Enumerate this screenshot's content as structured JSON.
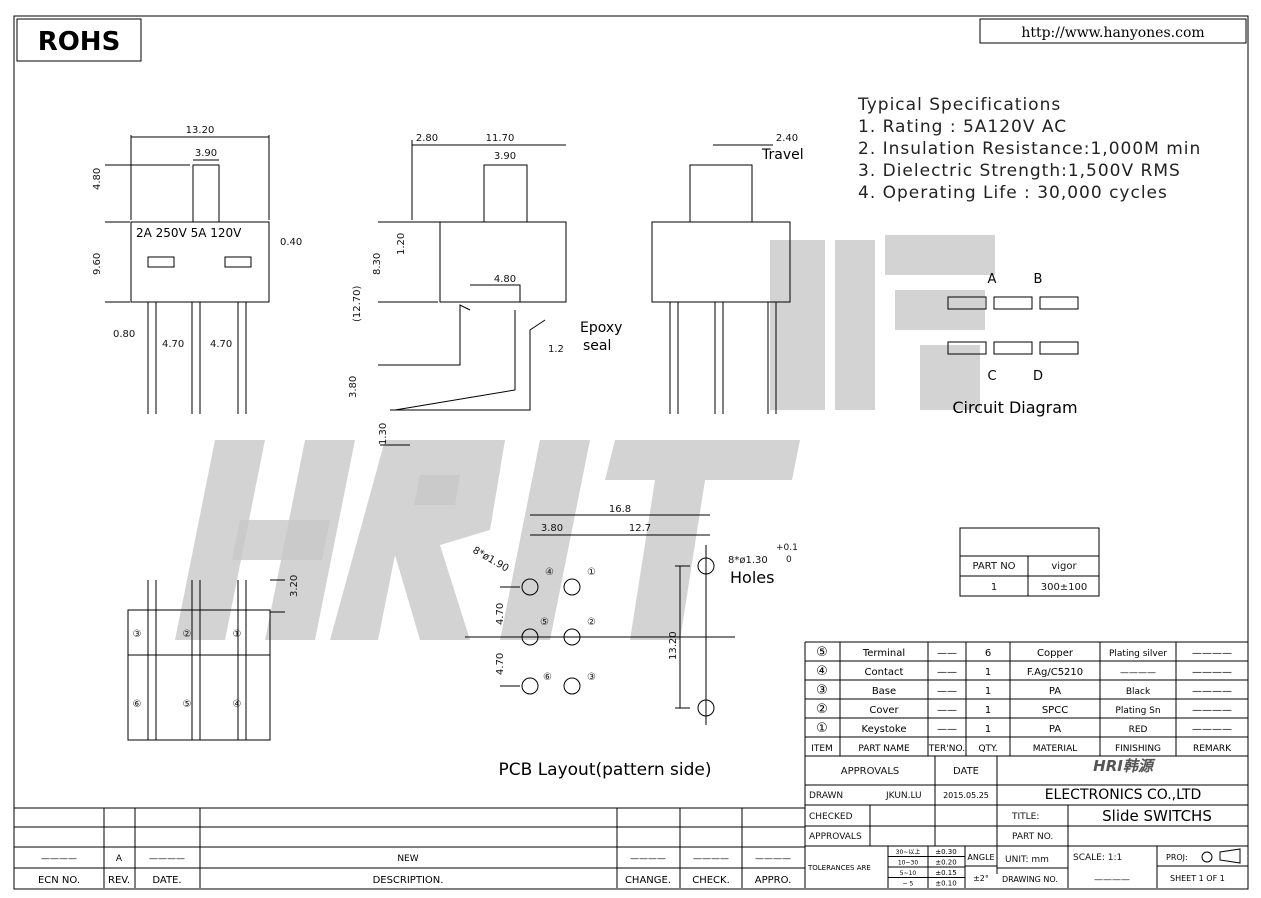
{
  "header": {
    "rohs": "ROHS",
    "url": "http://www.hanyones.com"
  },
  "watermark": "HRI韩源",
  "specs": {
    "title": "Typical Specifications",
    "items": [
      "1. Rating : 5A120V AC",
      "2. Insulation Resistance:1,000M min",
      "3. Dielectric Strength:1,500V RMS",
      "4. Operating Life : 30,000 cycles"
    ]
  },
  "front": {
    "width": "13.20",
    "knob": "3.90",
    "knob_h": "4.80",
    "body_h": "9.60",
    "offset": "0.40",
    "edge": "0.80",
    "pitch1": "4.70",
    "pitch2": "4.70",
    "marking": "2A 250V 5A 120V"
  },
  "side": {
    "a": "2.80",
    "b": "11.70",
    "knob": "3.90",
    "c": "1.20",
    "d": "8.30",
    "e": "(12.70)",
    "f": "4.80",
    "g": "1.2",
    "h": "3.80",
    "i": "1.30",
    "epoxy": "Epoxy",
    "seal": "seal"
  },
  "right": {
    "travel_val": "2.40",
    "travel": "Travel"
  },
  "circuit": {
    "a": "A",
    "b": "B",
    "c": "C",
    "d": "D",
    "title": "Circuit Diagram"
  },
  "bottom": {
    "dim": "3.20",
    "pins": [
      "③",
      "②",
      "①",
      "⑥",
      "⑤",
      "④"
    ]
  },
  "pcb": {
    "total": "16.8",
    "a": "3.80",
    "b": "12.7",
    "hole1": "8*ø1.90",
    "hole2": "8*ø1.30",
    "tol_up": "+0.1",
    "tol_dn": "0",
    "holes": "Holes",
    "v1": "4.70",
    "v2": "4.70",
    "height": "13.20",
    "pins": [
      "④",
      "①",
      "⑤",
      "②",
      "⑥",
      "③"
    ],
    "title": "PCB Layout(pattern side)"
  },
  "part_table": {
    "h1": "PART NO",
    "h2": "vigor",
    "v1": "1",
    "v2": "300±100"
  },
  "bom": {
    "rows": [
      [
        "⑤",
        "Terminal",
        "——",
        "6",
        "Copper",
        "Plating silver",
        "————"
      ],
      [
        "④",
        "Contact",
        "——",
        "1",
        "F.Ag/C5210",
        "————",
        "————"
      ],
      [
        "③",
        "Base",
        "——",
        "1",
        "PA",
        "Black",
        "————"
      ],
      [
        "②",
        "Cover",
        "——",
        "1",
        "SPCC",
        "Plating Sn",
        "————"
      ],
      [
        "①",
        "Keystoke",
        "——",
        "1",
        "PA",
        "RED",
        "————"
      ]
    ],
    "headers": [
      "ITEM",
      "PART NAME",
      "TER'NO.",
      "QTY.",
      "MATERIAL",
      "FINISHING",
      "REMARK"
    ]
  },
  "title_block": {
    "approvals": "APPROVALS",
    "date": "DATE",
    "drawn": "DRAWN",
    "drawn_by": "JKUN.LU",
    "drawn_date": "2015.05.25",
    "checked": "CHECKED",
    "approvals2": "APPROVALS",
    "company": "ELECTRONICS CO.,LTD",
    "title_label": "TITLE:",
    "title": "Slide SWITCHS",
    "part_no": "PART NO.",
    "tolerances": "TOLERANCES ARE",
    "tol": [
      [
        "30~以上",
        "±0.30"
      ],
      [
        "10~30",
        "±0.20"
      ],
      [
        "5~10",
        "±0.15"
      ],
      [
        "~ 5",
        "±0.10"
      ]
    ],
    "angle": "ANGLE",
    "angle_val": "±2°",
    "unit": "UNIT: mm",
    "scale": "SCALE:  1:1",
    "proj": "PROJ:",
    "drawing_no": "DRAWING NO.",
    "drawing_no_val": "————",
    "sheet": "SHEET  1 OF 1"
  },
  "revision": {
    "row": [
      "————",
      "A",
      "————",
      "NEW",
      "————",
      "————",
      "————"
    ],
    "headers": [
      "ECN NO.",
      "REV.",
      "DATE.",
      "DESCRIPTION.",
      "CHANGE.",
      "CHECK.",
      "APPRO."
    ]
  }
}
